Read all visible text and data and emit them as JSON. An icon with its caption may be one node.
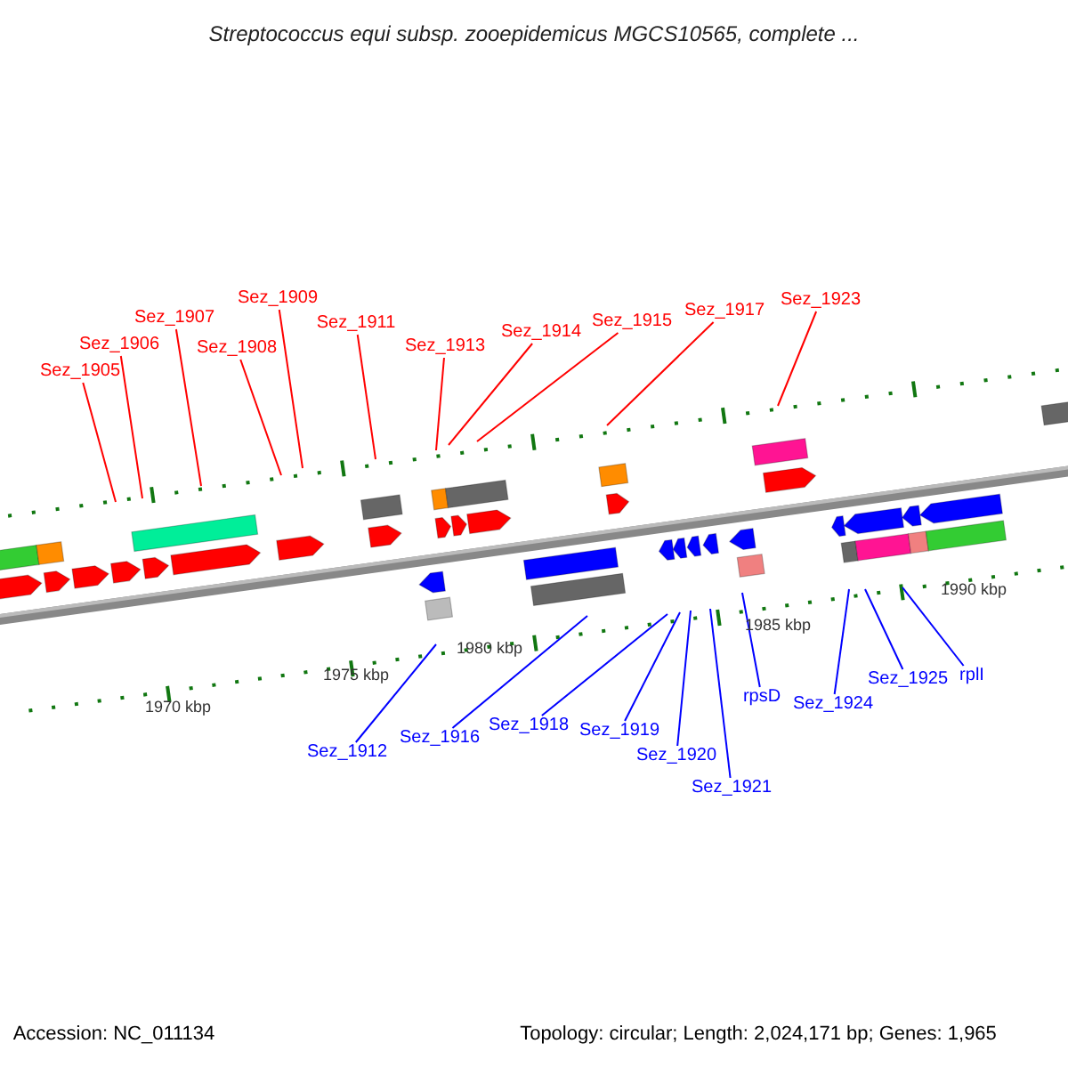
{
  "diagram": {
    "title": "Streptococcus equi subsp. zooepidemicus MGCS10565, complete ...",
    "nodes": [
      {
        "text": [
          "Sez_1905"
        ]
      },
      {
        "text": [
          "Sez_1906"
        ]
      },
      {
        "text": [
          "Sez_1907"
        ]
      },
      {
        "text": [
          "Sez_1908"
        ]
      },
      {
        "text": [
          "Sez_1909"
        ]
      },
      {
        "text": [
          "Sez_1911"
        ]
      },
      {
        "text": [
          "Sez_1913"
        ]
      },
      {
        "text": [
          "Sez_1914"
        ]
      },
      {
        "text": [
          "Sez_1915"
        ]
      },
      {
        "text": [
          "Sez_1917"
        ]
      },
      {
        "text": [
          "Sez_1923"
        ]
      },
      {
        "text": [
          "Sez_1912"
        ]
      },
      {
        "text": [
          "Sez_1916"
        ]
      },
      {
        "text": [
          "Sez_1918"
        ]
      },
      {
        "text": [
          "Sez_1919"
        ]
      },
      {
        "text": [
          "Sez_1920"
        ]
      },
      {
        "text": [
          "Sez_1921"
        ]
      },
      {
        "text": [
          "rpsD"
        ]
      },
      {
        "text": [
          "Sez_1924"
        ]
      },
      {
        "text": [
          "Sez_1925"
        ]
      },
      {
        "text": [
          "rplI"
        ]
      }
    ],
    "edges": [
      {
        "from": 0,
        "to": null,
        "arrow": "none"
      },
      {
        "from": 1,
        "to": null,
        "arrow": "none"
      },
      {
        "from": 2,
        "to": null,
        "arrow": "none"
      },
      {
        "from": 3,
        "to": null,
        "arrow": "none"
      },
      {
        "from": 4,
        "to": null,
        "arrow": "none"
      },
      {
        "from": 5,
        "to": null,
        "arrow": "none"
      },
      {
        "from": 6,
        "to": null,
        "arrow": "none"
      },
      {
        "from": 7,
        "to": null,
        "arrow": "none"
      },
      {
        "from": 8,
        "to": null,
        "arrow": "none"
      },
      {
        "from": 9,
        "to": null,
        "arrow": "none"
      },
      {
        "from": 10,
        "to": null,
        "arrow": "none"
      },
      {
        "from": 11,
        "to": null,
        "arrow": "none",
        "color": "#0000ff"
      },
      {
        "from": 12,
        "to": null,
        "arrow": "none",
        "color": "#0000ff"
      },
      {
        "from": 13,
        "to": null,
        "arrow": "none",
        "color": "#0000ff"
      },
      {
        "from": 14,
        "to": null,
        "arrow": "none",
        "color": "#0000ff"
      },
      {
        "from": 15,
        "to": null,
        "arrow": "none",
        "color": "#0000ff"
      },
      {
        "from": 16,
        "to": null,
        "arrow": "none",
        "color": "#0000ff"
      },
      {
        "from": 17,
        "to": null,
        "arrow": "none",
        "color": "#0000ff"
      },
      {
        "from": 18,
        "to": null,
        "arrow": "none",
        "color": "#0000ff"
      },
      {
        "from": 19,
        "to": null,
        "arrow": "none",
        "color": "#0000ff"
      },
      {
        "from": 20,
        "to": null,
        "arrow": "none",
        "color": "#0000ff"
      }
    ],
    "labels": [
      "1970 kbp",
      "1975 kbp",
      "1980 kbp",
      "1985 kbp",
      "1990 kbp",
      "Accession: NC_011134",
      "Topology: circular; Length: 2,024,171 bp; Genes: 1,965"
    ]
  }
}
